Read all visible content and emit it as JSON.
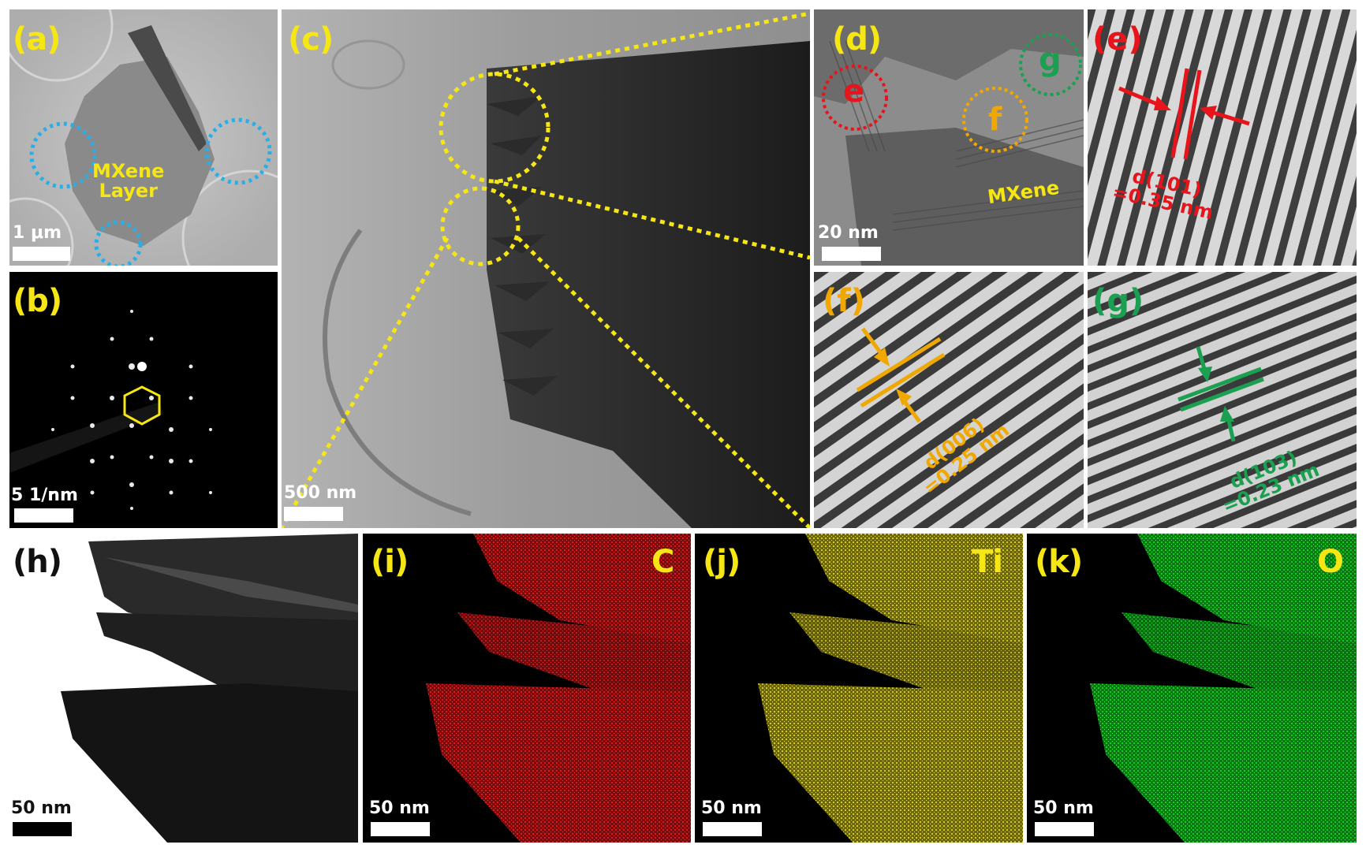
{
  "figure": {
    "panels": {
      "a": {
        "label": "(a)",
        "scale_bar": "1 μm",
        "annotation_line1": "MXene",
        "annotation_line2": "Layer"
      },
      "b": {
        "label": "(b)",
        "scale_bar": "5 1/nm"
      },
      "c": {
        "label": "(c)",
        "scale_bar": "500 nm"
      },
      "d": {
        "label": "(d)",
        "scale_bar": "20 nm",
        "annotation": "MXene",
        "circle_e": "e",
        "circle_f": "f",
        "circle_g": "g"
      },
      "e": {
        "label": "(e)",
        "d_label": "d(101)",
        "d_value": "=0.35 nm"
      },
      "f": {
        "label": "(f)",
        "d_label": "d(006)",
        "d_value": "=0.25 nm"
      },
      "g": {
        "label": "(g)",
        "d_label": "d(103)",
        "d_value": "=0.23 nm"
      },
      "h": {
        "label": "(h)",
        "scale_bar": "50 nm"
      },
      "i": {
        "label": "(i)",
        "scale_bar": "50 nm",
        "element": "C"
      },
      "j": {
        "label": "(j)",
        "scale_bar": "50 nm",
        "element": "Ti"
      },
      "k": {
        "label": "(k)",
        "scale_bar": "50 nm",
        "element": "O"
      }
    },
    "colors": {
      "label_yellow": "#f5e614",
      "label_black": "#111111",
      "label_red": "#e8141c",
      "label_orange": "#f0a800",
      "label_green": "#1aa050",
      "circle_blue": "#29aee8",
      "map_C": "#d8181c",
      "map_Ti": "#d6c81c",
      "map_O": "#10d020"
    }
  }
}
